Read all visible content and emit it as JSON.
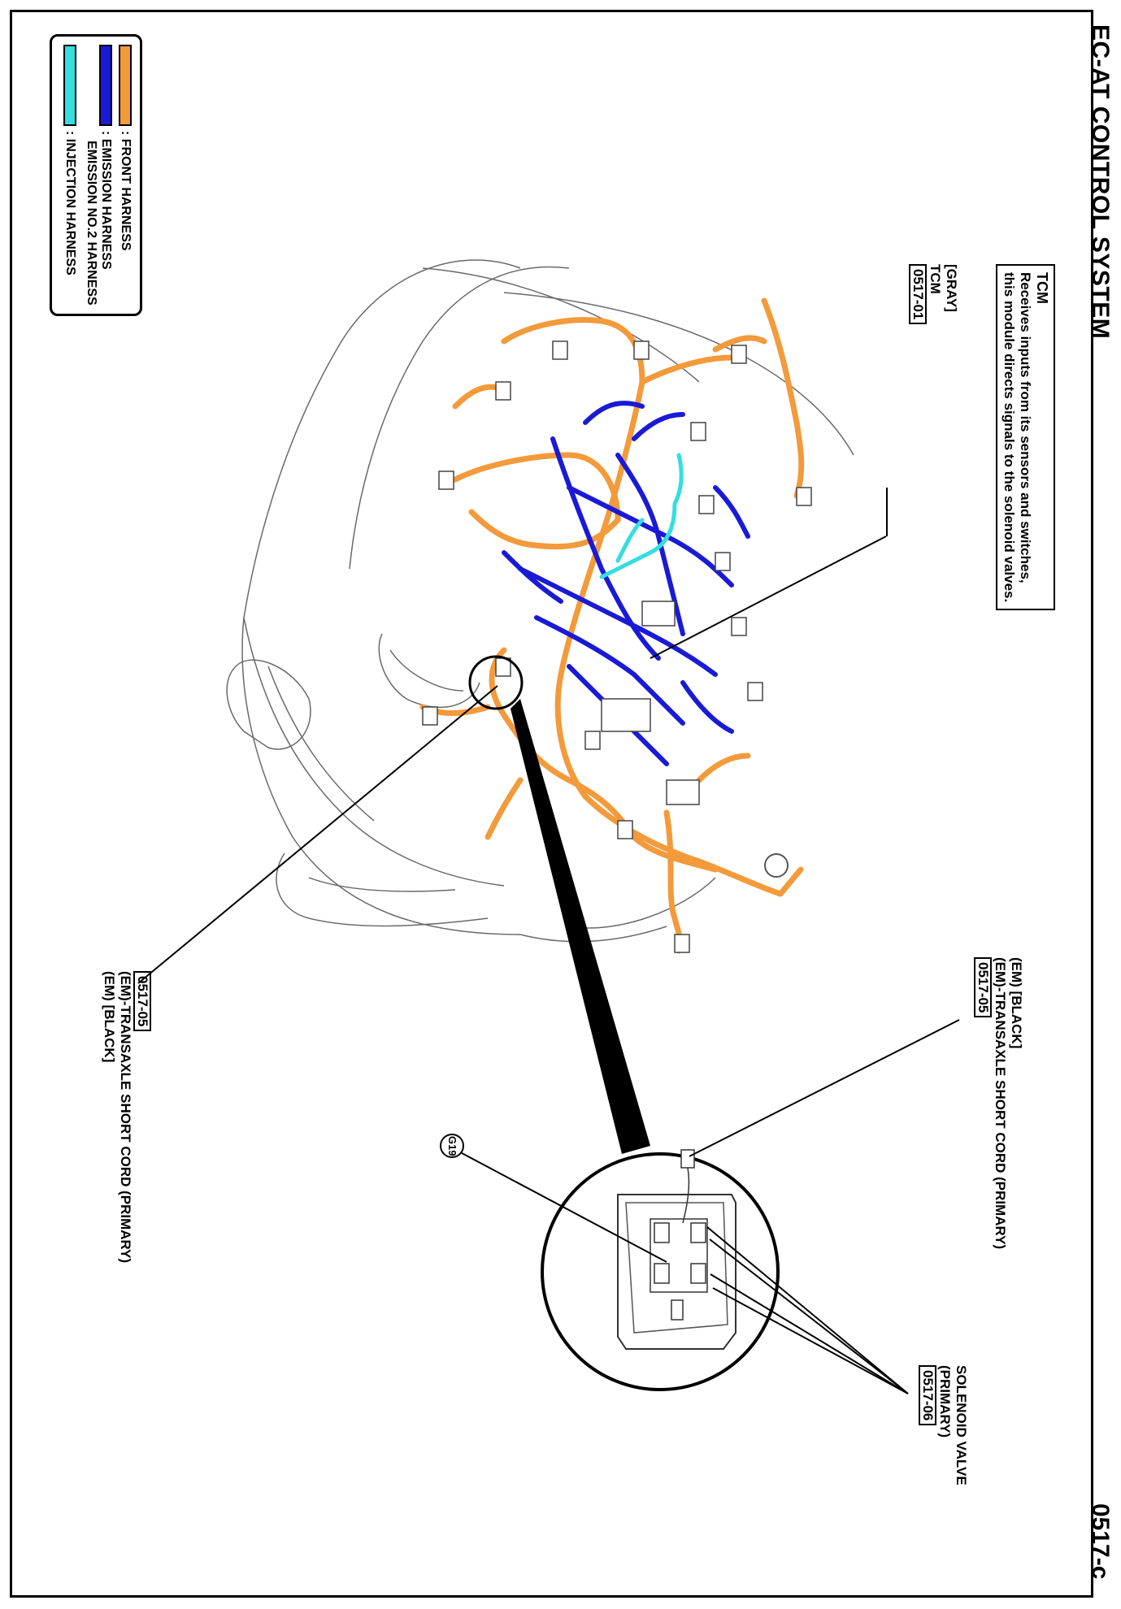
{
  "header": {
    "title": "EC-AT CONTROL SYSTEM",
    "page_code": "0517-c"
  },
  "legend": {
    "items": [
      {
        "label": ": FRONT HARNESS",
        "color": "#f39a3b"
      },
      {
        "label": ": EMISSION HARNESS",
        "sub": "EMISSION NO.2 HARNESS",
        "color": "#1a1ad6"
      },
      {
        "label": ": INJECTION HARNESS",
        "color": "#33dede"
      }
    ]
  },
  "callouts": {
    "tcm": {
      "heading": "TCM",
      "line1": "Receives inputs from its sensors and switches,",
      "line2": "this module directs signals to the solenoid valves."
    },
    "tcm_connector": {
      "color": "[GRAY]",
      "name": "TCM",
      "code": "0517-01"
    },
    "em_short_cord_top": {
      "line1": "(EM) [BLACK]",
      "line2": "(EM)-TRANSAXLE SHORT CORD (PRIMARY)",
      "code": "0517-05"
    },
    "em_short_cord_bottom": {
      "code": "0517-05",
      "line1": "(EM)-TRANSAXLE SHORT CORD (PRIMARY)",
      "line2": "(EM) [BLACK]"
    },
    "solenoid_valve": {
      "line1": "SOLENOID VALVE",
      "line2": "(PRIMARY)",
      "code": "0517-06"
    },
    "ground": {
      "label": "G19"
    }
  },
  "colors": {
    "front_harness": "#f39a3b",
    "emission_harness": "#1a1ad6",
    "injection_harness": "#33dede",
    "outline": "#555555"
  }
}
